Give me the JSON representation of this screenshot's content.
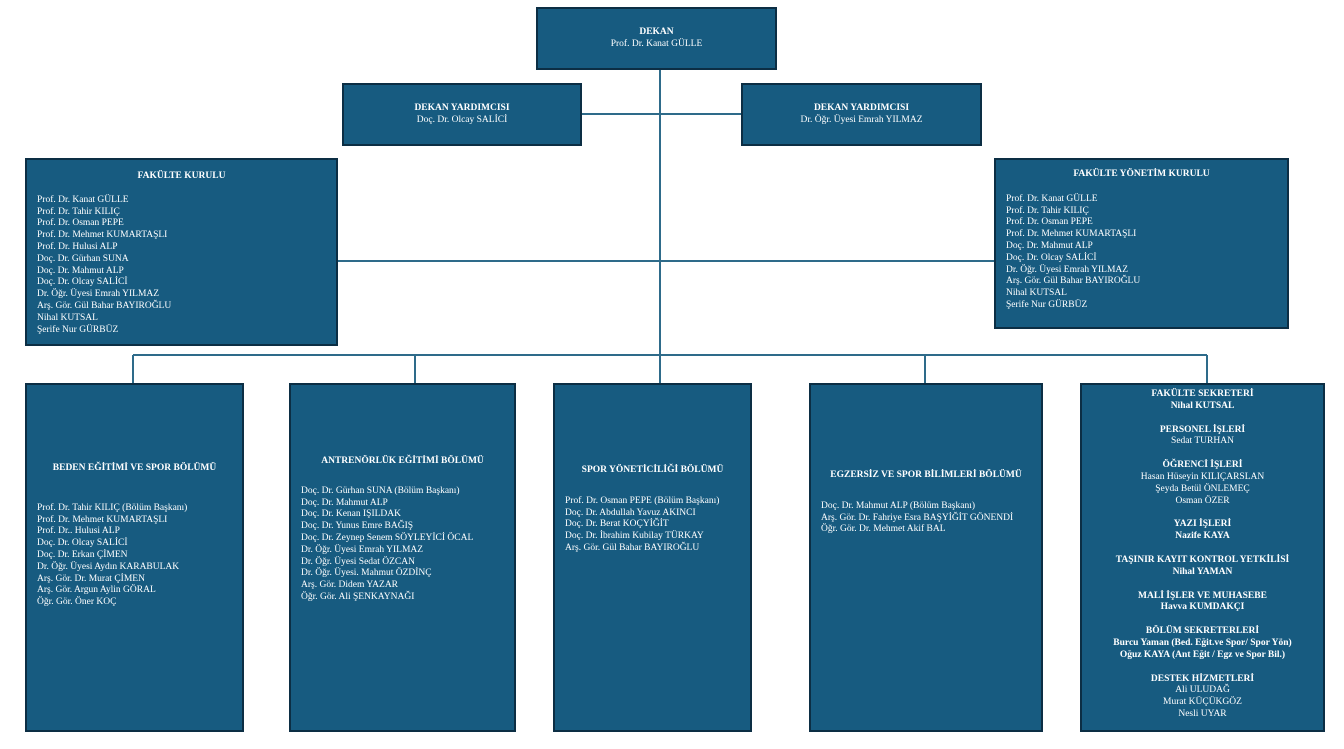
{
  "dean": {
    "title": "DEKAN",
    "name": "Prof. Dr. Kanat GÜLLE"
  },
  "vice_deans": [
    {
      "title": "DEKAN YARDIMCISI",
      "name": "Doç. Dr. Olcay SALİCİ"
    },
    {
      "title": "DEKAN YARDIMCISI",
      "name": "Dr. Öğr. Üyesi Emrah YILMAZ"
    }
  ],
  "faculty_board": {
    "title": "FAKÜLTE KURULU",
    "members": [
      "Prof. Dr. Kanat GÜLLE",
      "Prof. Dr. Tahir KILIÇ",
      "Prof. Dr. Osman PEPE",
      "Prof. Dr. Mehmet KUMARTAŞLI",
      "Prof. Dr. Hulusi ALP",
      "Doç. Dr. Gürhan SUNA",
      "Doç. Dr. Mahmut ALP",
      "Doç. Dr. Olcay SALİCİ",
      "Dr. Öğr. Üyesi Emrah YILMAZ",
      "Arş. Gör. Gül Bahar BAYIROĞLU",
      "Nihal KUTSAL",
      "Şerife Nur GÜRBÜZ"
    ]
  },
  "faculty_management_board": {
    "title": "FAKÜLTE YÖNETİM KURULU",
    "members": [
      "Prof. Dr. Kanat GÜLLE",
      "Prof. Dr. Tahir KILIÇ",
      "Prof. Dr. Osman PEPE",
      "Prof. Dr. Mehmet KUMARTAŞLI",
      "Doç. Dr. Mahmut ALP",
      "Doç. Dr. Olcay SALİCİ",
      "Dr. Öğr. Üyesi Emrah YILMAZ",
      "Arş. Gör. Gül Bahar BAYIROĞLU",
      "Nihal KUTSAL",
      "Şerife Nur GÜRBÜZ"
    ]
  },
  "departments": [
    {
      "title": "BEDEN EĞİTİMİ VE SPOR BÖLÜMÜ",
      "members": [
        "Prof. Dr. Tahir KILIÇ  (Bölüm Başkanı)",
        "Prof. Dr. Mehmet KUMARTAŞLI",
        "Prof. Dr.. Hulusi ALP",
        "Doç. Dr. Olcay SALİCİ",
        "Doç. Dr. Erkan ÇİMEN",
        "Dr. Öğr. Üyesi Aydın KARABULAK",
        "Arş. Gör. Dr. Murat ÇİMEN",
        "Arş. Gör. Argun Aylin GÖRAL",
        "Öğr. Gör. Öner KOÇ"
      ]
    },
    {
      "title": "ANTRENÖRLÜK EĞİTİMİ BÖLÜMÜ",
      "members": [
        "Doç. Dr. Gürhan SUNA (Bölüm Başkanı)",
        "Doç. Dr. Mahmut ALP",
        "Doç. Dr. Kenan IŞILDAK",
        "Doç. Dr. Yunus Emre BAĞIŞ",
        "Doç. Dr. Zeynep Senem SÖYLEYİCİ ÖCAL",
        "Dr. Öğr. Üyesi Emrah YILMAZ",
        "Dr. Öğr. Üyesi Sedat ÖZCAN",
        "Dr. Öğr. Üyesi. Mahmut ÖZDİNÇ",
        "Arş. Gör. Didem YAZAR",
        "Öğr. Gör. Ali ŞENKAYNAĞI"
      ]
    },
    {
      "title": "SPOR YÖNETİCİLİĞİ BÖLÜMÜ",
      "members": [
        "Prof. Dr. Osman PEPE (Bölüm Başkanı)",
        "Doç. Dr. Abdullah Yavuz AKINCI",
        "Doç. Dr. Berat KOÇYİĞİT",
        "Doç. Dr. İbrahim Kubilay TÜRKAY",
        "Arş. Gör. Gül Bahar BAYIROĞLU"
      ]
    },
    {
      "title": "EGZERSİZ VE SPOR BİLİMLERİ BÖLÜMÜ",
      "members": [
        "Doç. Dr. Mahmut ALP (Bölüm Başkanı)",
        "Arş. Gör. Dr. Fahriye Esra BAŞYİĞİT GÖNENDİ",
        "Öğr. Gör. Dr. Mehmet Akif BAL"
      ]
    }
  ],
  "secretariat": [
    {
      "title": "FAKÜLTE SEKRETERİ",
      "names": [
        "Nihal KUTSAL"
      ],
      "bold": true
    },
    {
      "title": "PERSONEL İŞLERİ",
      "names": [
        "Sedat TURHAN"
      ],
      "bold": false
    },
    {
      "title": "ÖĞRENCİ İŞLERİ",
      "names": [
        "Hasan Hüseyin KILIÇARSLAN",
        "Şeyda Betül ÖNLEMEÇ",
        "Osman ÖZER"
      ],
      "bold": false
    },
    {
      "title": "YAZI İŞLERİ",
      "names": [
        "Nazife KAYA"
      ],
      "bold": true
    },
    {
      "title": "TAŞINIR KAYIT KONTROL YETKİLİSİ",
      "names": [
        "Nihal YAMAN"
      ],
      "bold": true
    },
    {
      "title": "MALİ İŞLER VE MUHASEBE",
      "names": [
        "Havva KUMDAKÇI"
      ],
      "bold": true
    },
    {
      "title": "BÖLÜM SEKRETERLERİ",
      "names": [
        "Burcu Yaman (Bed. Eğit.ve Spor/ Spor Yön)",
        "Oğuz KAYA (Ant Eğit / Egz ve Spor Bil.)"
      ],
      "bold": true
    },
    {
      "title": "DESTEK HİZMETLERİ",
      "names": [
        "Ali ULUDAĞ",
        "Murat KÜÇÜKGÖZ",
        "Nesli UYAR"
      ],
      "bold": false
    }
  ],
  "colors": {
    "box_fill": "#175b80",
    "box_border": "#0c2e44",
    "line": "#2e6b8a",
    "text": "#ffffff"
  }
}
